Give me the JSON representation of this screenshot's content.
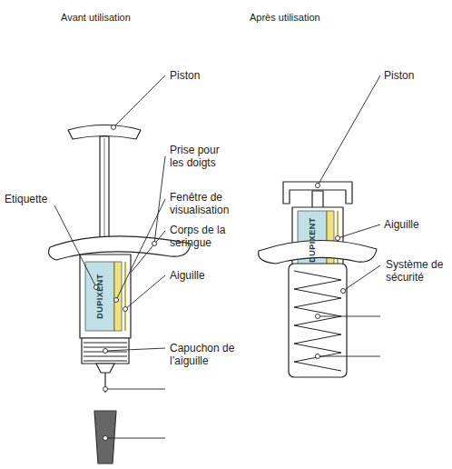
{
  "diagram": {
    "labels": [
      "Avant utilisation",
      "Après utilisation",
      "Piston",
      "Piston",
      "Prise pour les doigts",
      "Etiquette",
      "Fenêtre de visualisation",
      "Corps de la seringue",
      "Aiguille",
      "Capuchon de l’aiguille",
      "Aiguille",
      "Système de sécurité",
      "DUPIXENT",
      "DUPIXENT"
    ]
  }
}
